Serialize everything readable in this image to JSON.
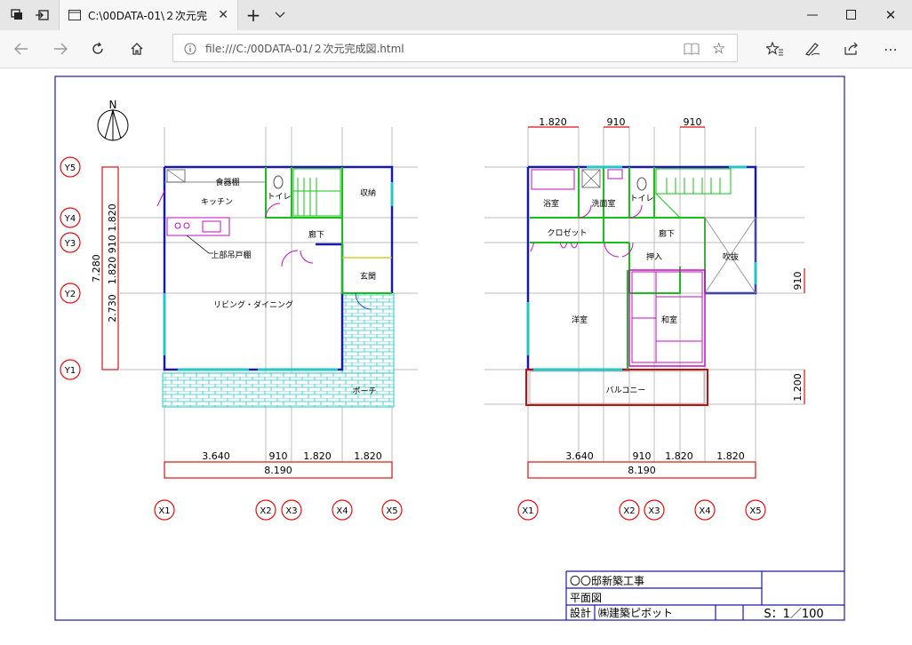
{
  "window": {
    "tab_title": "C:\\00DATA-01\\２次元完",
    "url": "file:///C:/00DATA-01/２次元完成図.html"
  },
  "drawing": {
    "north": "N",
    "rooms_1f": {
      "shokkidana": "食器棚",
      "kitchen": "キッチン",
      "toilet": "トイレ",
      "shuno": "収納",
      "roka": "廊下",
      "uebukuro": "上部吊戸棚",
      "genkan": "玄関",
      "living": "リビング・ダイニング",
      "porch": "ポーチ"
    },
    "rooms_2f": {
      "yokushitsu": "浴室",
      "senmenjo": "洗面室",
      "toilet": "トイレ",
      "closet": "クロゼット",
      "roka": "廊下",
      "oshiire": "押入",
      "fukinuke": "吹抜",
      "yoshitsu": "洋室",
      "washitsu": "和室",
      "balcony": "バルコニー"
    },
    "dims_1f": {
      "bottom_parts": [
        "3.640",
        "910",
        "1.820",
        "1.820"
      ],
      "bottom_total": "8.190",
      "left_total": "7.280",
      "left_parts": "2.730　1.820 910 1.820"
    },
    "dims_2f": {
      "top_parts": [
        "1.820",
        "910",
        "910"
      ],
      "bottom_parts": [
        "3.640",
        "910",
        "1.820",
        "1.820"
      ],
      "bottom_total": "8.190",
      "right_1": "910",
      "right_2": "1.200"
    },
    "axes_x": [
      "X1",
      "X2",
      "X3",
      "X4",
      "X5"
    ],
    "axes_y": [
      "Y5",
      "Y4",
      "Y3",
      "Y2",
      "Y1"
    ],
    "title_block": {
      "project": "〇〇邸新築工事",
      "sheet": "平面図",
      "design_label": "設計",
      "designer": "㈱建築ピボット",
      "scale": "S：1／100"
    }
  }
}
